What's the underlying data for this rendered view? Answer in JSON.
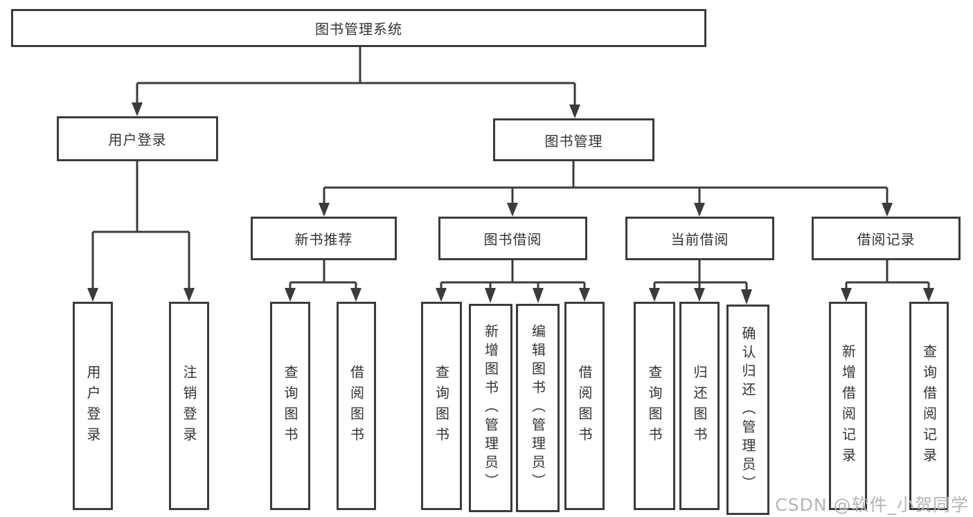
{
  "diagram": {
    "tree": {
      "label": "图书管理系统",
      "children": [
        {
          "label": "用户登录",
          "children": [
            {
              "label": "用户登录"
            },
            {
              "label": "注销登录"
            }
          ]
        },
        {
          "label": "图书管理",
          "children": [
            {
              "label": "新书推荐",
              "children": [
                {
                  "label": "查询图书"
                },
                {
                  "label": "借阅图书"
                }
              ]
            },
            {
              "label": "图书借阅",
              "children": [
                {
                  "label": "查询图书"
                },
                {
                  "label": "新增图书（管理员）"
                },
                {
                  "label": "编辑图书（管理员）"
                },
                {
                  "label": "借阅图书"
                }
              ]
            },
            {
              "label": "当前借阅",
              "children": [
                {
                  "label": "查询图书"
                },
                {
                  "label": "归还图书"
                },
                {
                  "label": "确认归还（管理员）"
                }
              ]
            },
            {
              "label": "借阅记录",
              "children": [
                {
                  "label": "新增借阅记录"
                },
                {
                  "label": "查询借阅记录"
                }
              ]
            }
          ]
        }
      ]
    },
    "watermark": "CSDN @软件_小贺同学",
    "colors": {
      "line": "#3b3b3b",
      "text": "#333333",
      "background": "#ffffff",
      "watermark": "#b5b5b5"
    }
  }
}
